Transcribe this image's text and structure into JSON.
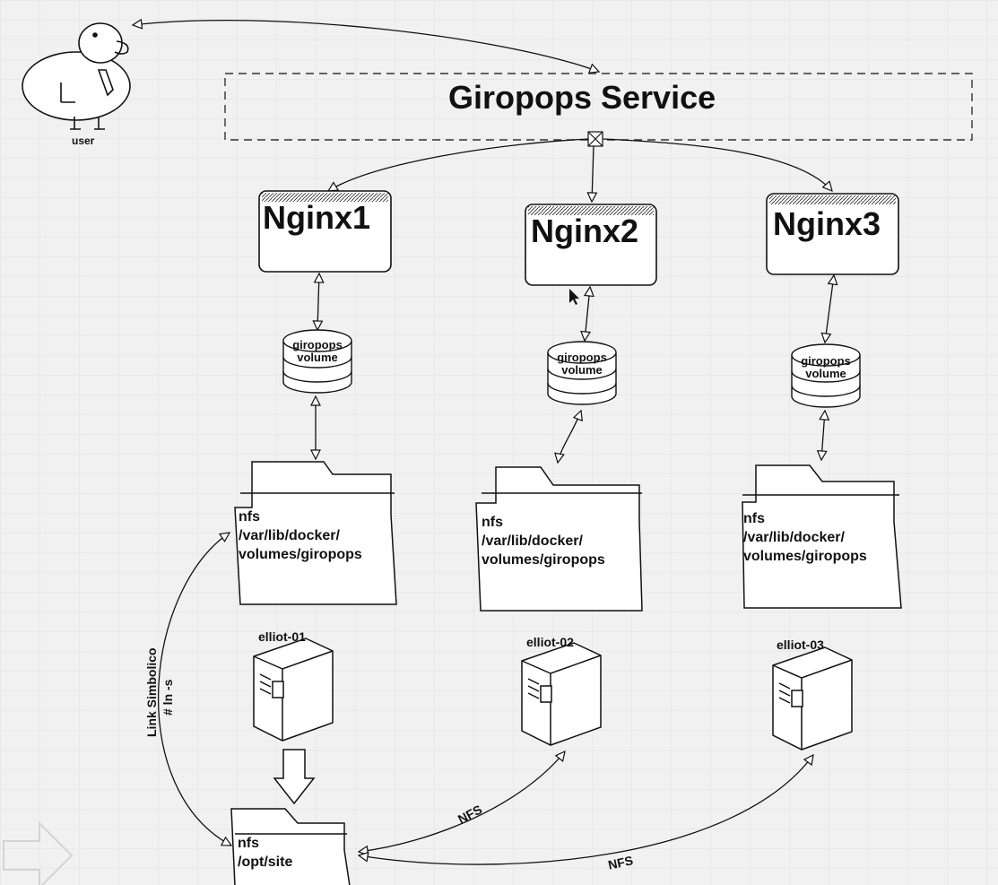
{
  "service": {
    "title": "Giropops Service"
  },
  "user": {
    "label": "user"
  },
  "nodes": [
    {
      "nginx": "Nginx1",
      "volume_line1": "giropops",
      "volume_line2": "volume",
      "nfs_line1": "nfs",
      "nfs_line2": "/var/lib/docker/",
      "nfs_line3": "volumes/giropops",
      "host": "elliot-01"
    },
    {
      "nginx": "Nginx2",
      "volume_line1": "giropops",
      "volume_line2": "volume",
      "nfs_line1": "nfs",
      "nfs_line2": "/var/lib/docker/",
      "nfs_line3": "volumes/giropops",
      "host": "elliot-02"
    },
    {
      "nginx": "Nginx3",
      "volume_line1": "giropops",
      "volume_line2": "volume",
      "nfs_line1": "nfs",
      "nfs_line2": "/var/lib/docker/",
      "nfs_line3": "volumes/giropops",
      "host": "elliot-03"
    }
  ],
  "shared": {
    "line1": "nfs",
    "line2": "/opt/site"
  },
  "link": {
    "line1": "Link Simbolico",
    "line2": "# ln -s"
  },
  "edges": {
    "nfs_a": "NFS",
    "nfs_b": "NFS"
  }
}
